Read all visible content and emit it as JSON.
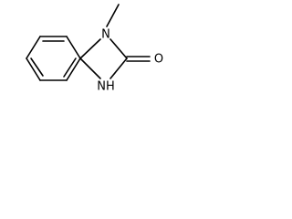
{
  "structure": {
    "atoms": {
      "n_methyl": "N",
      "oxygen": "O",
      "n_h": "NH"
    }
  }
}
